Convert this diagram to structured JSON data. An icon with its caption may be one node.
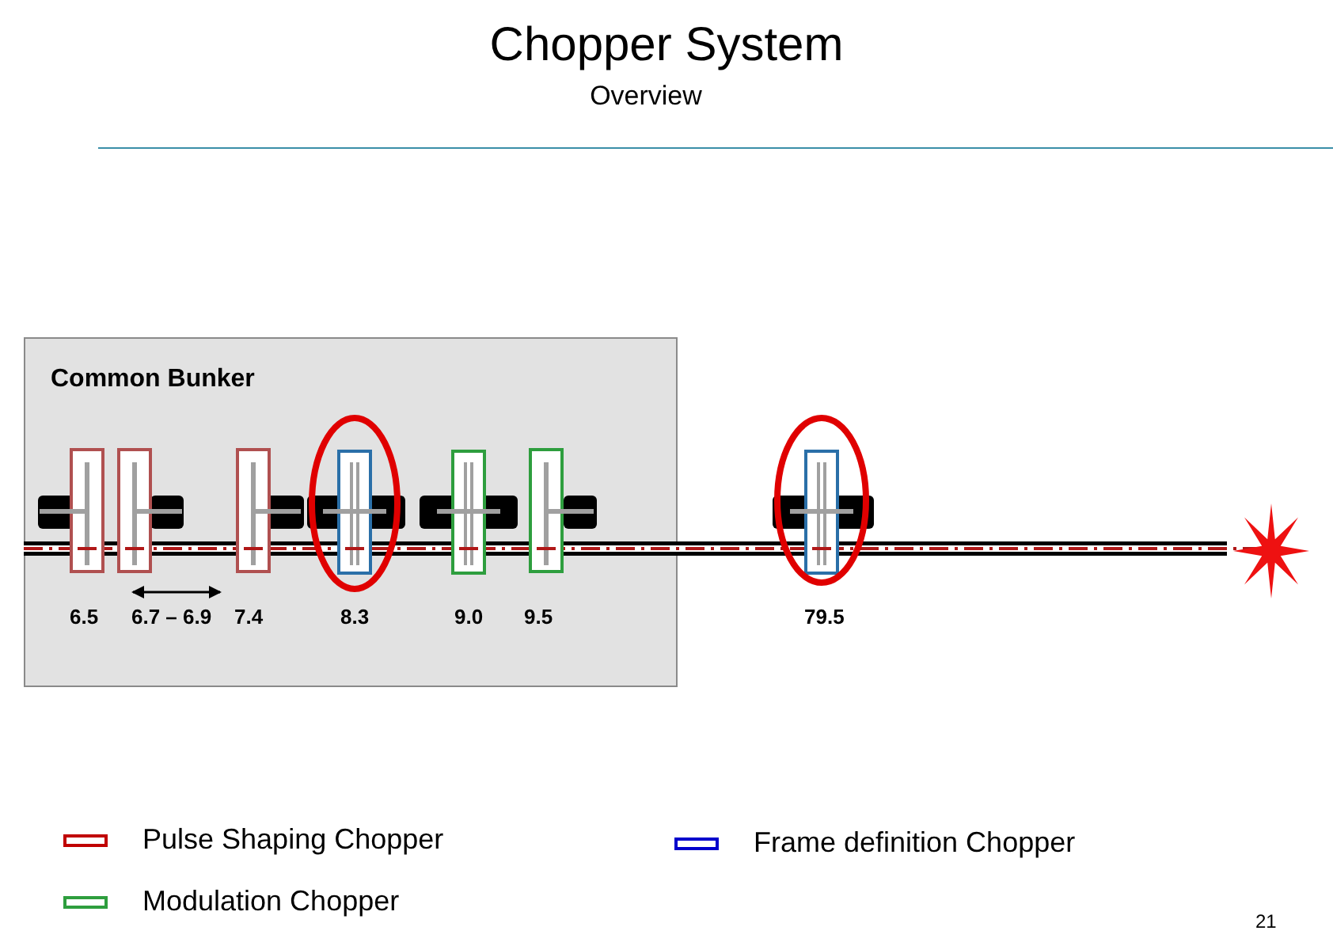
{
  "diagram": {
    "title": "Chopper System",
    "nodes": [
      {
        "text": [
          "Common Bunker"
        ]
      }
    ],
    "edges": [],
    "labels": [
      "Overview",
      "6.5",
      "6.7 – 6.9",
      "7.4",
      "8.3",
      "9.0",
      "9.5",
      "79.5",
      "21"
    ],
    "legend": [
      {
        "text": "Pulse Shaping Chopper",
        "color": "#c00000"
      },
      {
        "text": "Frame definition Chopper",
        "color": "#0000cc"
      },
      {
        "text": "Modulation Chopper",
        "color": "#2e9e3e"
      }
    ]
  }
}
